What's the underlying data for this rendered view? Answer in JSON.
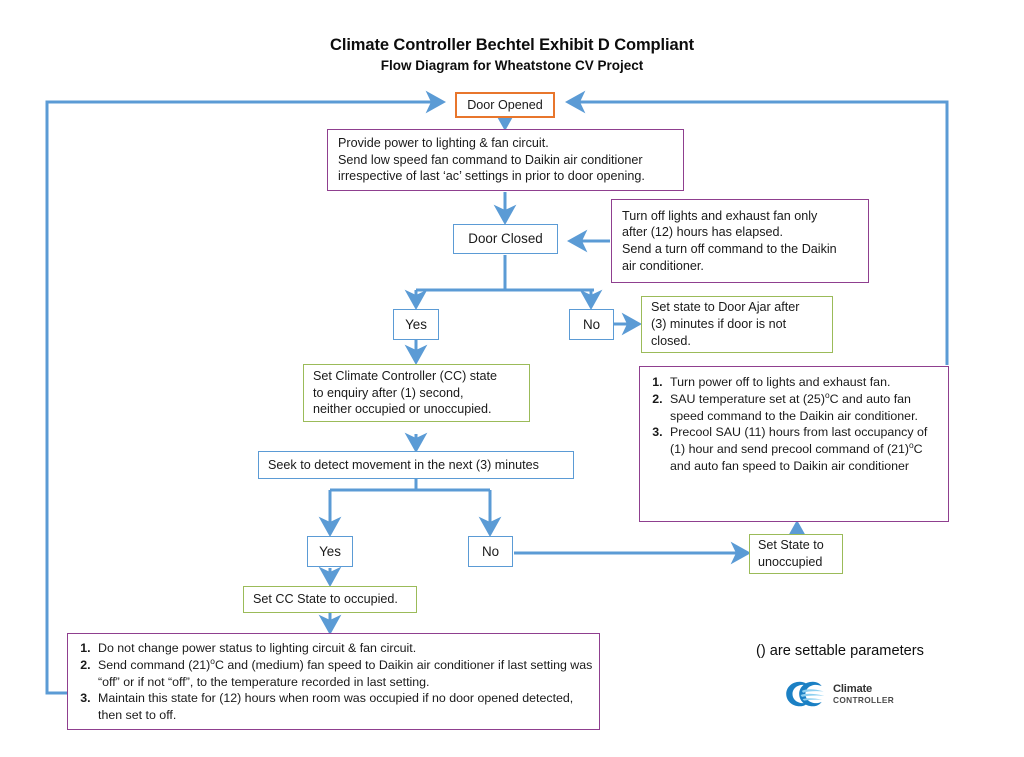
{
  "title": {
    "main": "Climate Controller Bechtel Exhibit D Compliant",
    "sub": "Flow Diagram for Wheatstone CV Project"
  },
  "colors": {
    "connector_blue": "#5b9bd5",
    "border_orange": "#e8762c",
    "border_blue": "#5b9bd5",
    "border_green": "#9bbb59",
    "border_purple": "#8f3f8f",
    "logo_blue": "#1b80c4"
  },
  "nodes": {
    "door_opened": {
      "label": "Door Opened",
      "border": "orange"
    },
    "power_lighting": {
      "lines": [
        "Provide power to lighting & fan circuit.",
        "Send low speed fan command to Daikin air conditioner",
        "irrespective of last ‘ac’ settings in prior to door opening."
      ],
      "border": "purple"
    },
    "door_closed": {
      "label": "Door Closed",
      "border": "blue"
    },
    "turn_off_lights": {
      "lines": [
        "Turn off lights and exhaust fan only",
        "after (12) hours has elapsed.",
        "Send a turn off command to the Daikin",
        "air conditioner."
      ],
      "border": "purple"
    },
    "yes_door": {
      "label": "Yes",
      "border": "blue"
    },
    "no_door": {
      "label": "No",
      "border": "blue"
    },
    "door_ajar": {
      "lines": [
        "Set state to Door Ajar after",
        "(3) minutes if door is not",
        "closed."
      ],
      "border": "green"
    },
    "cc_enquiry": {
      "lines": [
        "Set Climate Controller (CC) state",
        "to enquiry after (1) second,",
        "neither occupied or unoccupied."
      ],
      "border": "green"
    },
    "unoccupied_actions": {
      "items": [
        "Turn power off to lights and exhaust fan.",
        "SAU temperature set at (25)ºC and auto fan speed command to the Daikin air conditioner.",
        "Precool SAU (11) hours from last occupancy of (1) hour and send precool command of (21)ºC and auto fan speed to Daikin air conditioner"
      ],
      "border": "purple"
    },
    "seek_movement": {
      "label": "Seek to detect movement in the next (3) minutes",
      "border": "blue"
    },
    "yes_move": {
      "label": "Yes",
      "border": "blue"
    },
    "no_move": {
      "label": "No",
      "border": "blue"
    },
    "set_unoccupied": {
      "lines": [
        "Set State to",
        "unoccupied"
      ],
      "border": "green"
    },
    "cc_occupied": {
      "label": "Set CC State to occupied.",
      "border": "green"
    },
    "occupied_actions": {
      "items": [
        "Do not change power status to lighting circuit & fan circuit.",
        "Send command (21)ºC and (medium) fan speed to Daikin air conditioner if last setting was “off” or if not “off”, to the temperature recorded in last setting.",
        "Maintain this state for (12) hours when room was occupied if no door opened detected, then set to off."
      ],
      "border": "purple"
    }
  },
  "footer": {
    "note": "() are settable parameters",
    "logo_word1": "Climate",
    "logo_word2": "CONTROLLER"
  }
}
